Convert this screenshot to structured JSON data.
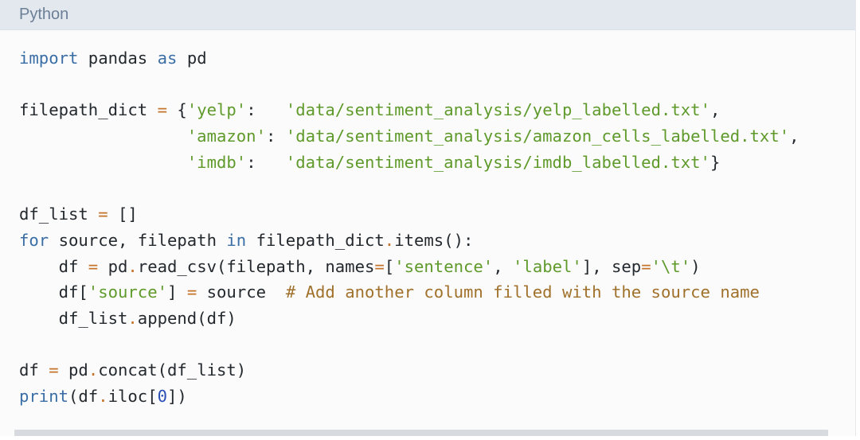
{
  "header": {
    "language": "Python"
  },
  "code": {
    "lines": [
      [
        {
          "t": "import",
          "c": "kw"
        },
        {
          "t": " pandas "
        },
        {
          "t": "as",
          "c": "kw"
        },
        {
          "t": " pd"
        }
      ],
      [],
      [
        {
          "t": "filepath_dict "
        },
        {
          "t": "=",
          "c": "op"
        },
        {
          "t": " {"
        },
        {
          "t": "'yelp'",
          "c": "str"
        },
        {
          "t": ":   "
        },
        {
          "t": "'data/sentiment_analysis/yelp_labelled.txt'",
          "c": "str"
        },
        {
          "t": ","
        }
      ],
      [
        {
          "t": "                 "
        },
        {
          "t": "'amazon'",
          "c": "str"
        },
        {
          "t": ": "
        },
        {
          "t": "'data/sentiment_analysis/amazon_cells_labelled.txt'",
          "c": "str"
        },
        {
          "t": ","
        }
      ],
      [
        {
          "t": "                 "
        },
        {
          "t": "'imdb'",
          "c": "str"
        },
        {
          "t": ":   "
        },
        {
          "t": "'data/sentiment_analysis/imdb_labelled.txt'",
          "c": "str"
        },
        {
          "t": "}"
        }
      ],
      [],
      [
        {
          "t": "df_list "
        },
        {
          "t": "=",
          "c": "op"
        },
        {
          "t": " []"
        }
      ],
      [
        {
          "t": "for",
          "c": "kw"
        },
        {
          "t": " source, filepath "
        },
        {
          "t": "in",
          "c": "kw"
        },
        {
          "t": " filepath_dict"
        },
        {
          "t": ".",
          "c": "op"
        },
        {
          "t": "items():"
        }
      ],
      [
        {
          "t": "    df "
        },
        {
          "t": "=",
          "c": "op"
        },
        {
          "t": " pd"
        },
        {
          "t": ".",
          "c": "op"
        },
        {
          "t": "read_csv(filepath, names"
        },
        {
          "t": "=",
          "c": "op"
        },
        {
          "t": "["
        },
        {
          "t": "'sentence'",
          "c": "str"
        },
        {
          "t": ", "
        },
        {
          "t": "'label'",
          "c": "str"
        },
        {
          "t": "], sep"
        },
        {
          "t": "=",
          "c": "op"
        },
        {
          "t": "'\\t'",
          "c": "str"
        },
        {
          "t": ")"
        }
      ],
      [
        {
          "t": "    df["
        },
        {
          "t": "'source'",
          "c": "str"
        },
        {
          "t": "] "
        },
        {
          "t": "=",
          "c": "op"
        },
        {
          "t": " source  "
        },
        {
          "t": "# Add another column filled with the source name",
          "c": "cm"
        }
      ],
      [
        {
          "t": "    df_list"
        },
        {
          "t": ".",
          "c": "op"
        },
        {
          "t": "append(df)"
        }
      ],
      [],
      [
        {
          "t": "df "
        },
        {
          "t": "=",
          "c": "op"
        },
        {
          "t": " pd"
        },
        {
          "t": ".",
          "c": "op"
        },
        {
          "t": "concat(df_list)"
        }
      ],
      [
        {
          "t": "print",
          "c": "kw"
        },
        {
          "t": "(df"
        },
        {
          "t": ".",
          "c": "op"
        },
        {
          "t": "iloc["
        },
        {
          "t": "0",
          "c": "num"
        },
        {
          "t": "])"
        }
      ]
    ]
  },
  "colors": {
    "keyword": "#3a6ea5",
    "string": "#5f9a2b",
    "operator": "#c5732a",
    "number": "#2a4fb5",
    "comment": "#a0712b",
    "header_bg": "#e3e8ef",
    "header_text": "#6b7f96"
  }
}
